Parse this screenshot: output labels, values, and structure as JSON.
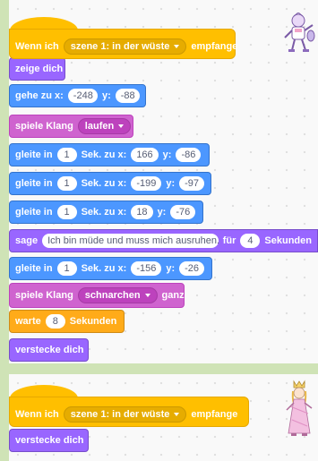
{
  "script1": {
    "hat": {
      "label_when": "Wenn ich",
      "message": "szene 1: in der wüste",
      "label_receive": "empfange"
    },
    "show": {
      "label": "zeige dich"
    },
    "goto": {
      "label": "gehe zu x:",
      "x": "-248",
      "label_y": "y:",
      "y": "-88"
    },
    "sound1": {
      "label": "spiele Klang",
      "sound": "laufen"
    },
    "glide1": {
      "label": "gleite in",
      "secs": "1",
      "label_to": "Sek. zu x:",
      "x": "166",
      "label_y": "y:",
      "y": "-86"
    },
    "glide2": {
      "label": "gleite in",
      "secs": "1",
      "label_to": "Sek. zu x:",
      "x": "-199",
      "label_y": "y:",
      "y": "-97"
    },
    "glide3": {
      "label": "gleite in",
      "secs": "1",
      "label_to": "Sek. zu x:",
      "x": "18",
      "label_y": "y:",
      "y": "-76"
    },
    "say": {
      "label": "sage",
      "text": "Ich bin müde und muss mich ausruhen.",
      "label_for": "für",
      "secs": "4",
      "label_secs": "Sekunden"
    },
    "glide4": {
      "label": "gleite in",
      "secs": "1",
      "label_to": "Sek. zu x:",
      "x": "-156",
      "label_y": "y:",
      "y": "-26"
    },
    "sound2": {
      "label": "spiele Klang",
      "sound": "schnarchen",
      "label_until": "ganz"
    },
    "wait": {
      "label": "warte",
      "secs": "8",
      "label_secs": "Sekunden"
    },
    "hide": {
      "label": "verstecke dich"
    }
  },
  "script2": {
    "hat": {
      "label_when": "Wenn ich",
      "message": "szene 1: in der wüste",
      "label_receive": "empfange"
    },
    "hide": {
      "label": "verstecke dich"
    }
  },
  "icons": {
    "sprite1": "knight-sprite-icon",
    "sprite2": "princess-sprite-icon"
  }
}
